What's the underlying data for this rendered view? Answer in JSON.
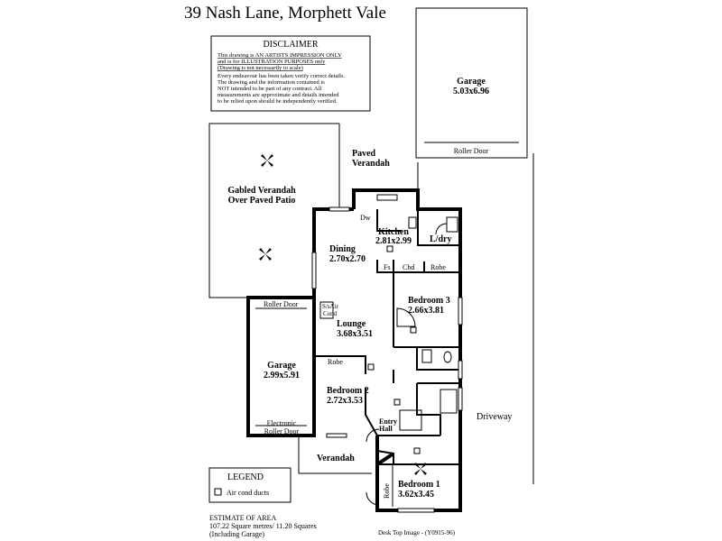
{
  "title": "39 Nash Lane, Morphett Vale",
  "disclaimer": {
    "heading": "DISCLAIMER",
    "lines": [
      "This drawing is AN ARTISTS IMPRESSION ONLY",
      "and is for ILLUSTRATION PURPOSES only",
      "(Drawing is not necessarily to scale)",
      "Every endeavour has been taken verify correct details.",
      "The drawing and the information contained is",
      "NOT intended to be part of any contract.  All",
      "measurements are approximate and details intended",
      "to be relied upon should be independently verified."
    ]
  },
  "rooms": {
    "garage_detached": {
      "name": "Garage",
      "size": "5.03x6.96"
    },
    "roller_door_top": "Roller Door",
    "paved_verandah": {
      "line1": "Paved",
      "line2": "Verandah"
    },
    "gabled_verandah": {
      "line1": "Gabled Verandah",
      "line2": "Over Paved Patio"
    },
    "kitchen": {
      "name": "Kitchen",
      "size": "2.81x2.99"
    },
    "dw": "Dw",
    "ldry": "L/dry",
    "dining": {
      "name": "Dining",
      "size": "2.70x2.70"
    },
    "fs": "Fs",
    "cbd": "Cbd",
    "robe_b3": "Robe",
    "bedroom3": {
      "name": "Bedroom 3",
      "size": "2.66x3.81"
    },
    "roller_door_garage": "Roller Door",
    "ss_air": {
      "line1": "S/sAir",
      "line2": "Cond"
    },
    "lounge": {
      "name": "Lounge",
      "size": "3.68x3.51"
    },
    "garage": {
      "name": "Garage",
      "size": "2.99x5.91"
    },
    "robe_b2": "Robe",
    "bedroom2": {
      "name": "Bedroom 2",
      "size": "2.72x3.53"
    },
    "entry": {
      "line1": "Entry",
      "line2": "Hall"
    },
    "electronic_door": {
      "line1": "Electronic",
      "line2": "Roller Door"
    },
    "driveway": "Driveway",
    "verandah": "Verandah",
    "robe_b1": "Robe",
    "bedroom1": {
      "name": "Bedroom 1",
      "size": "3.62x3.45"
    }
  },
  "legend": {
    "heading": "LEGEND",
    "item": "Air cond ducts"
  },
  "area": {
    "heading": "ESTIMATE OF AREA",
    "line1": "107.22 Square metres/  11.20 Squares",
    "line2": "(Including Garage)"
  },
  "footer": "Desk Top Image - (Y0915-96)"
}
